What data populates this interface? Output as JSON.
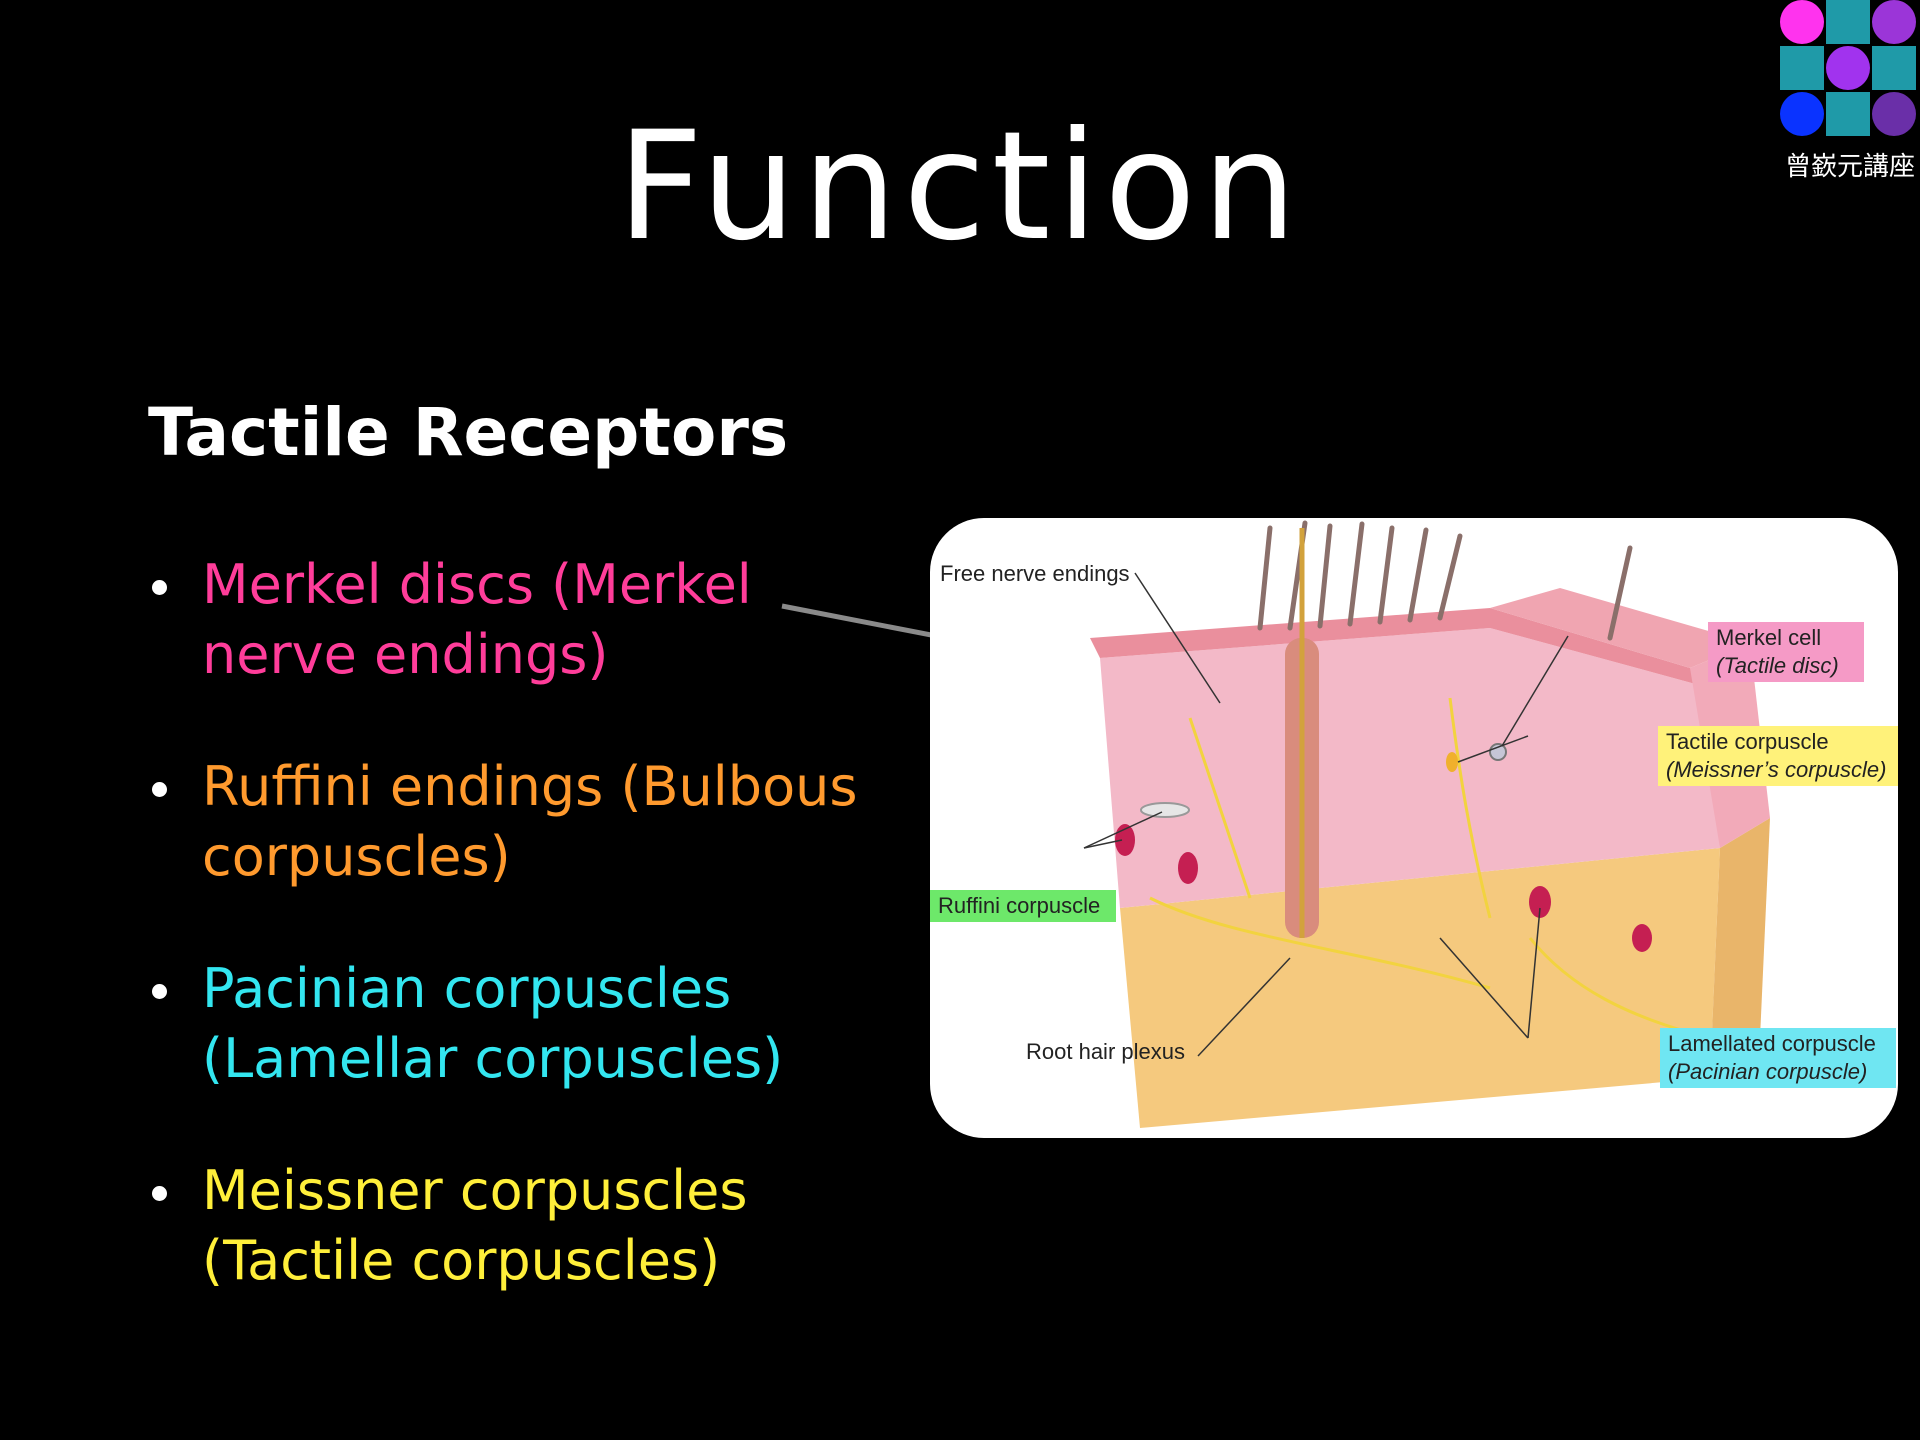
{
  "slide": {
    "title": "Function",
    "subtitle": "Tactile Receptors"
  },
  "logo": {
    "caption": "曾嶔元講座",
    "colors": [
      "#ff33ee",
      "#1f9aa8",
      "#9b35d8",
      "#1f9aa8",
      "#a133ee",
      "#1f9aa8",
      "#0a33ff",
      "#1f9aa8",
      "#6a2fa8"
    ]
  },
  "bullets": [
    {
      "line1": "Merkel discs (Merkel",
      "line2": "nerve endings)",
      "color": "#ff3d9a"
    },
    {
      "line1": "Ruffini endings (Bulbous",
      "line2": "corpuscles)",
      "color": "#ff9a2e"
    },
    {
      "line1": "Pacinian corpuscles",
      "line2": "(Lamellar corpuscles)",
      "color": "#33e6f0"
    },
    {
      "line1": "Meissner corpuscles",
      "line2": "(Tactile corpuscles)",
      "color": "#ffef3a"
    }
  ],
  "figure": {
    "labels": {
      "free_nerve_endings": "Free nerve endings",
      "merkel_cell": "Merkel cell",
      "merkel_cell_sub": "(Tactile disc)",
      "tactile_corpuscle": "Tactile corpuscle",
      "tactile_corpuscle_sub": "(Meissner’s corpuscle)",
      "ruffini_corpuscle": "Ruffini corpuscle",
      "root_hair_plexus": "Root hair plexus",
      "lamellated_corpuscle": "Lamellated corpuscle",
      "lamellated_corpuscle_sub": "(Pacinian corpuscle)"
    },
    "label_colors": {
      "merkel": "#f59ac6",
      "tactile": "#fff27a",
      "ruffini": "#6de86a",
      "lamellated": "#6fe6f2"
    }
  }
}
